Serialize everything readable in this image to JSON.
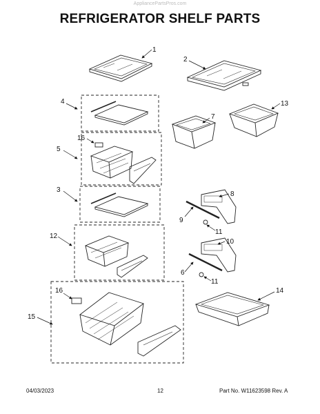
{
  "watermark": "AppliancePartsPros.com",
  "title": "REFRIGERATOR SHELF PARTS",
  "callouts": {
    "c1": "1",
    "c2": "2",
    "c4": "4",
    "c7": "7",
    "c13": "13",
    "c16a": "16",
    "c5": "5",
    "c3": "3",
    "c8": "8",
    "c9": "9",
    "c11a": "11",
    "c12": "12",
    "c10": "10",
    "c6": "6",
    "c11b": "11",
    "c16b": "16",
    "c14": "14",
    "c15": "15"
  },
  "footer": {
    "date": "04/03/2023",
    "page": "12",
    "part": "Part No. W11623598  Rev. A"
  }
}
